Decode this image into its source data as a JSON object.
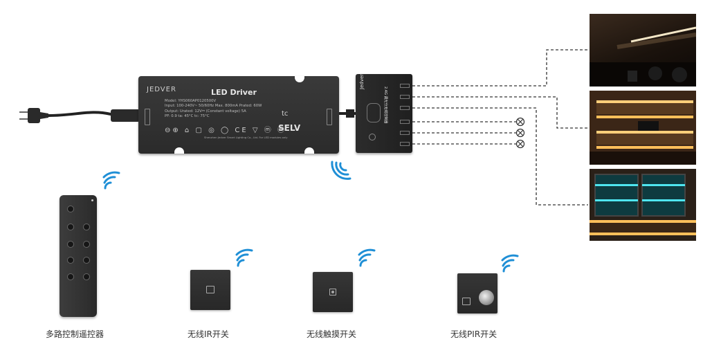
{
  "driver": {
    "brand": "JEDVER",
    "title": "LED Driver",
    "specs": [
      "Model: YHS060AP0120500V",
      "Input: 100-240V~ 50/60Hz Max. 800mA  Prated: 60W",
      "Output: Urated:  12V⎓  (Constant voltage)   5A",
      "PF: 0.9  ta: 45°C   tc: 75°C"
    ],
    "cert_marks": "⊖⊕ ⌂ ▢ ◎ ◯ CE ▽ ⓜ ⓜ",
    "tc_mark": "tc",
    "selv": "SELV",
    "address": "Shenzhen Jedver Smart Lighting Co., Ltd.   For LED modules only"
  },
  "receiver": {
    "brand": "Jedver",
    "label": "2.4G 调光分无线控制器"
  },
  "captions": {
    "remote": "多路控制遥控器",
    "ir_switch": "无线IR开关",
    "touch_switch": "无线触摸开关",
    "pir_switch": "无线PIR开关"
  },
  "colors": {
    "wifi": "#1f8fd6",
    "device": "#2d2d2d"
  }
}
